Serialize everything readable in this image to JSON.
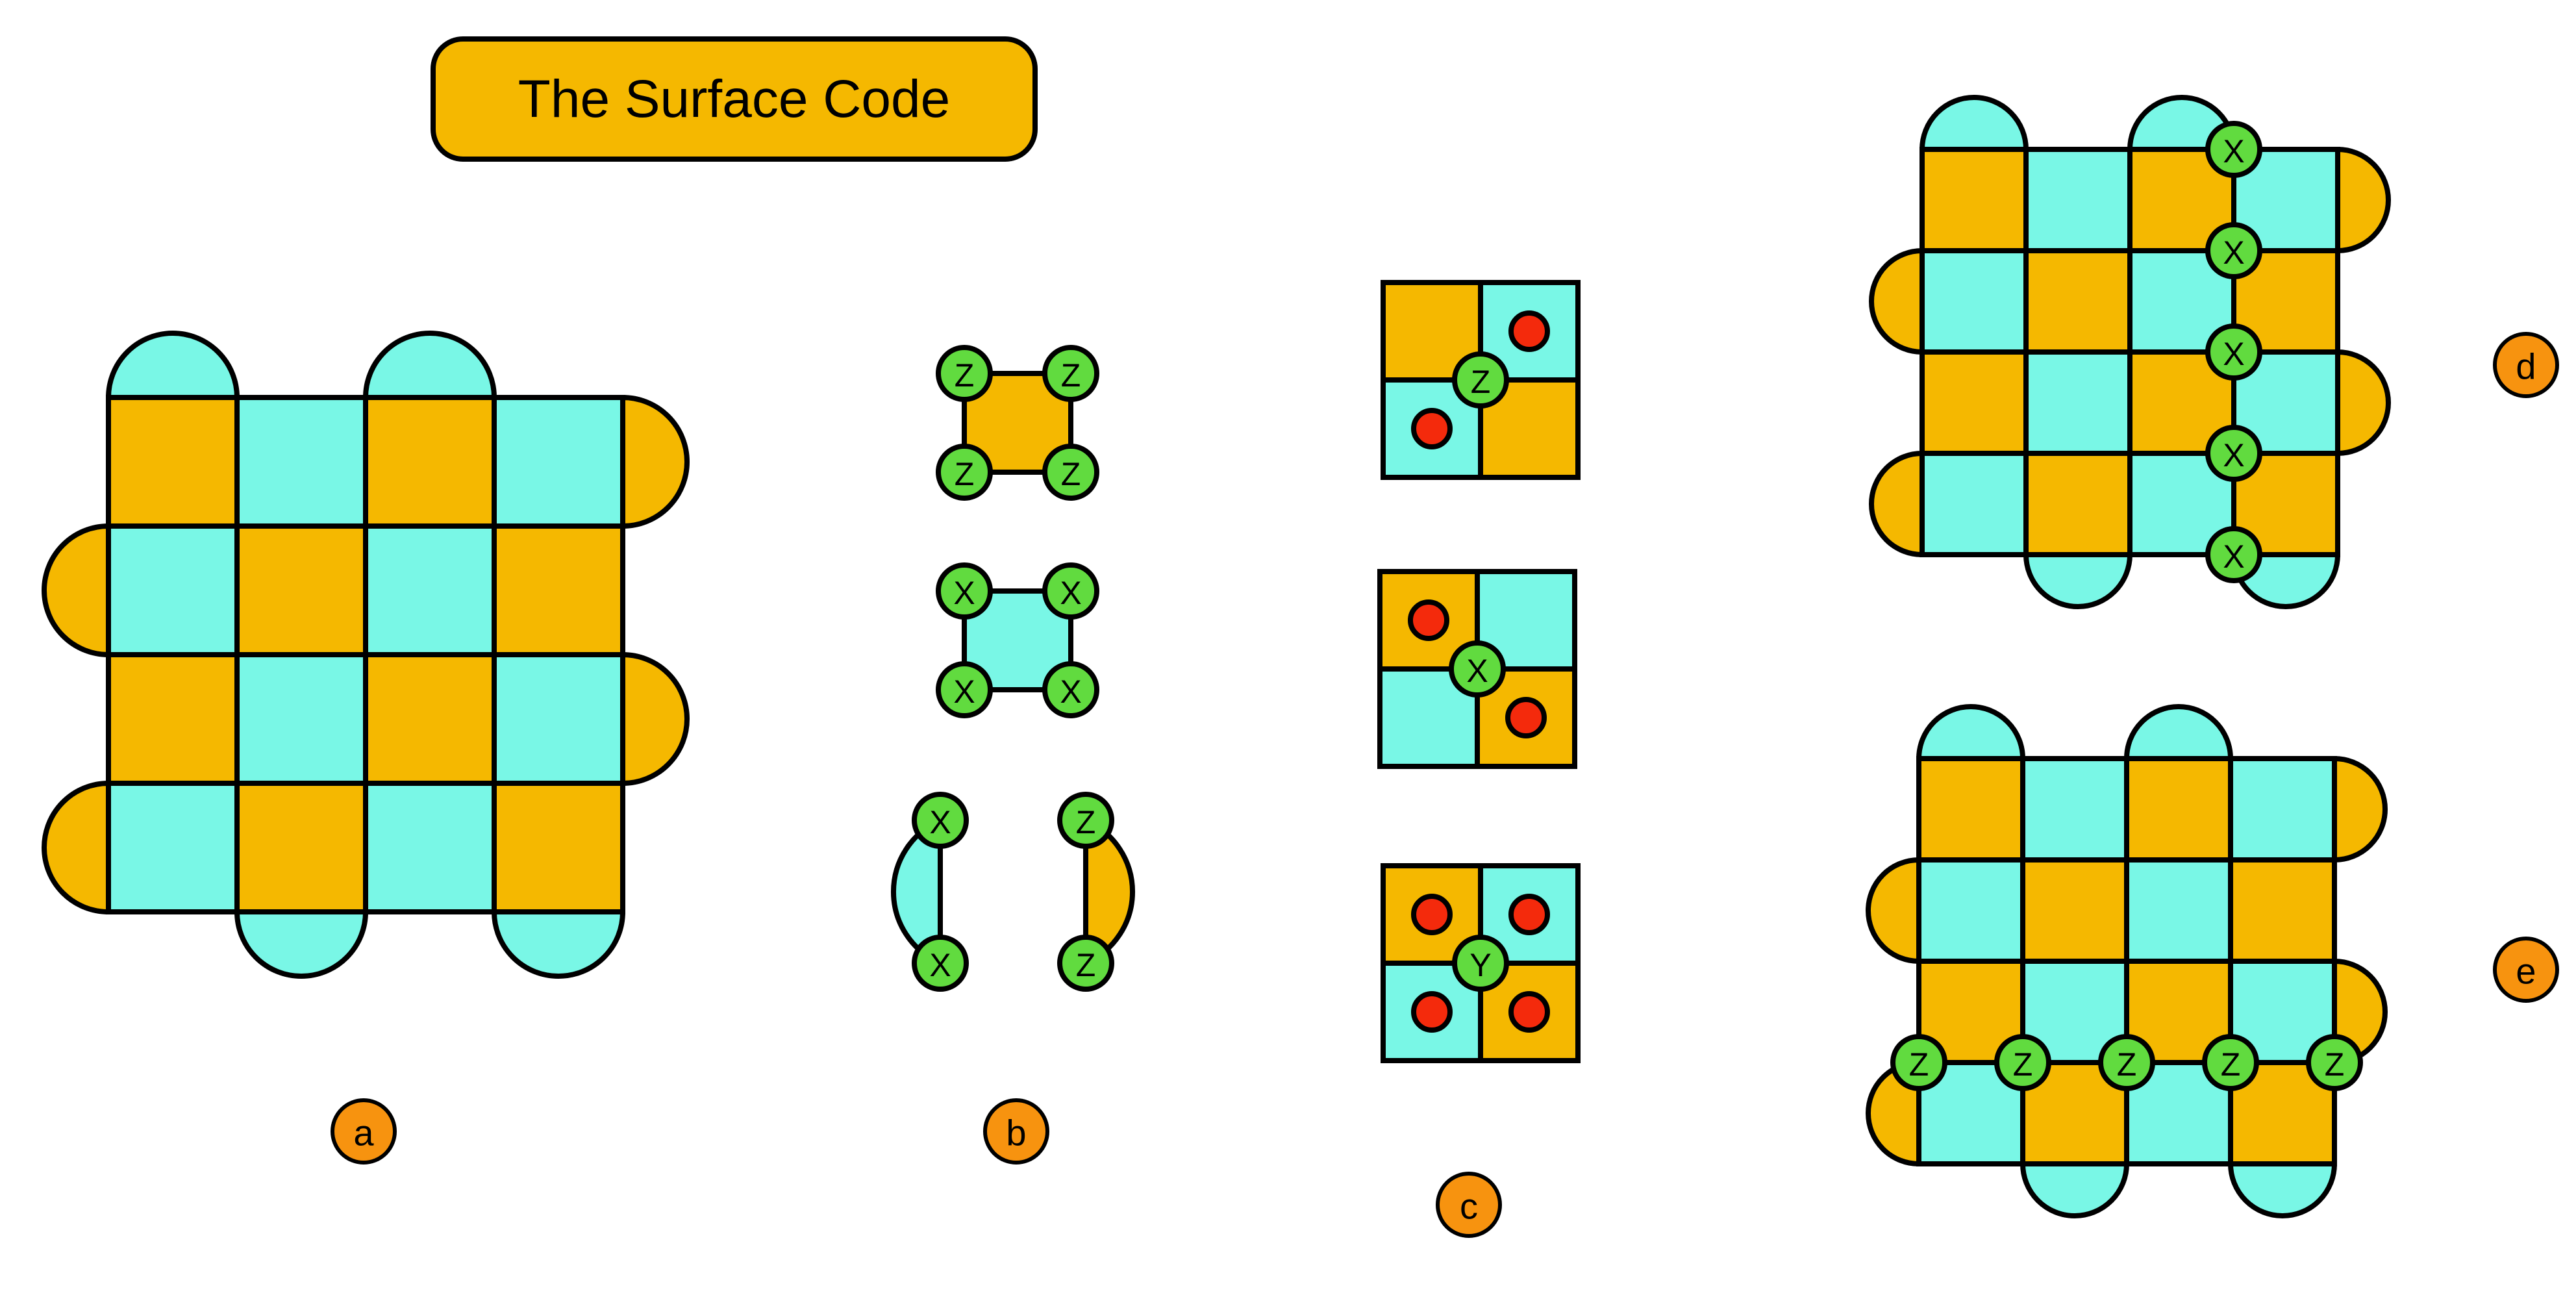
{
  "title": "The Surface Code",
  "colors": {
    "orange": "#F5B800",
    "cyan": "#79F7E6",
    "qubit_green": "#61DB3F",
    "error_red": "#F42A0C",
    "label_orange": "#F7930F",
    "stroke": "#000000"
  },
  "panels": {
    "a": {
      "label": "a",
      "description_grid": "4x4 checkerboard lattice"
    },
    "b": {
      "label": "b",
      "z_plaquette_ops": [
        "Z",
        "Z",
        "Z",
        "Z"
      ],
      "x_plaquette_ops": [
        "X",
        "X",
        "X",
        "X"
      ],
      "x_boundary_ops": [
        "X",
        "X"
      ],
      "z_boundary_ops": [
        "Z",
        "Z"
      ]
    },
    "c": {
      "label": "c",
      "errors": [
        "Z",
        "X",
        "Y"
      ]
    },
    "d": {
      "label": "d",
      "logical_ops": [
        "X",
        "X",
        "X",
        "X",
        "X"
      ]
    },
    "e": {
      "label": "e",
      "logical_ops": [
        "Z",
        "Z",
        "Z",
        "Z",
        "Z"
      ]
    }
  }
}
